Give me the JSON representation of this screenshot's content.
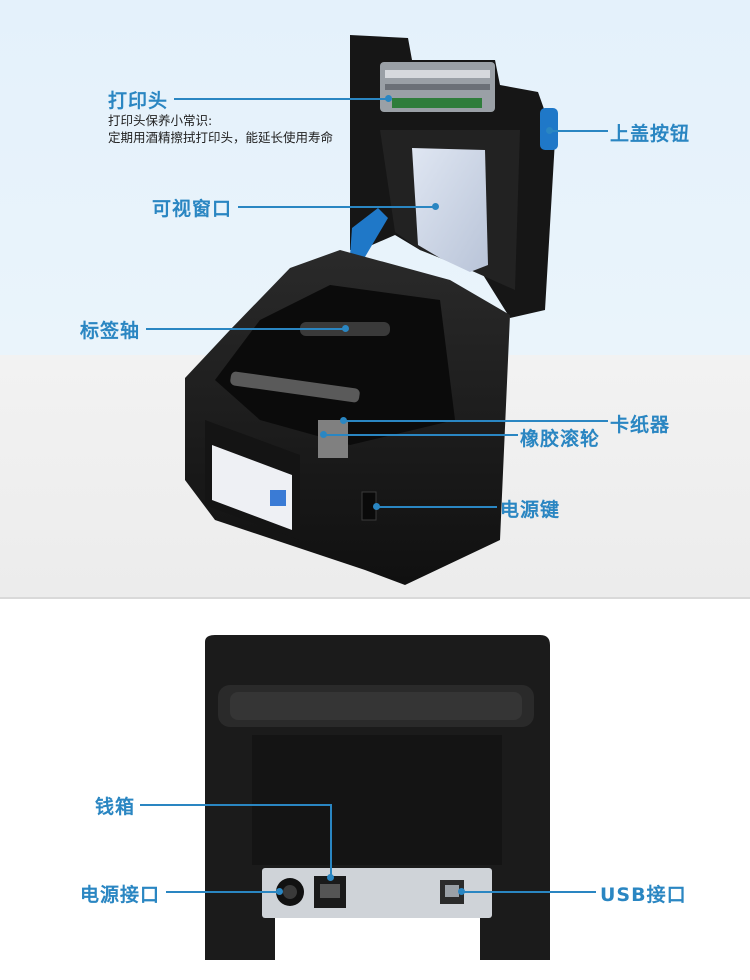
{
  "labels": {
    "print_head": "打印头",
    "print_head_note_title": "打印头保养小常识:",
    "print_head_note_body": "定期用酒精擦拭打印头，能延长使用寿命",
    "top_cover_button": "上盖按钮",
    "view_window": "可视窗口",
    "label_shaft": "标签轴",
    "paper_guide": "卡纸器",
    "rubber_roller": "橡胶滚轮",
    "power_key": "电源键",
    "cash_drawer": "钱箱",
    "power_port": "电源接口",
    "usb_port": "USB接口"
  },
  "colors": {
    "accent": "#2a86c2",
    "printer_body": "#1a1a1a",
    "top_background": "#e4f1fb",
    "mid_background": "#efefef"
  }
}
